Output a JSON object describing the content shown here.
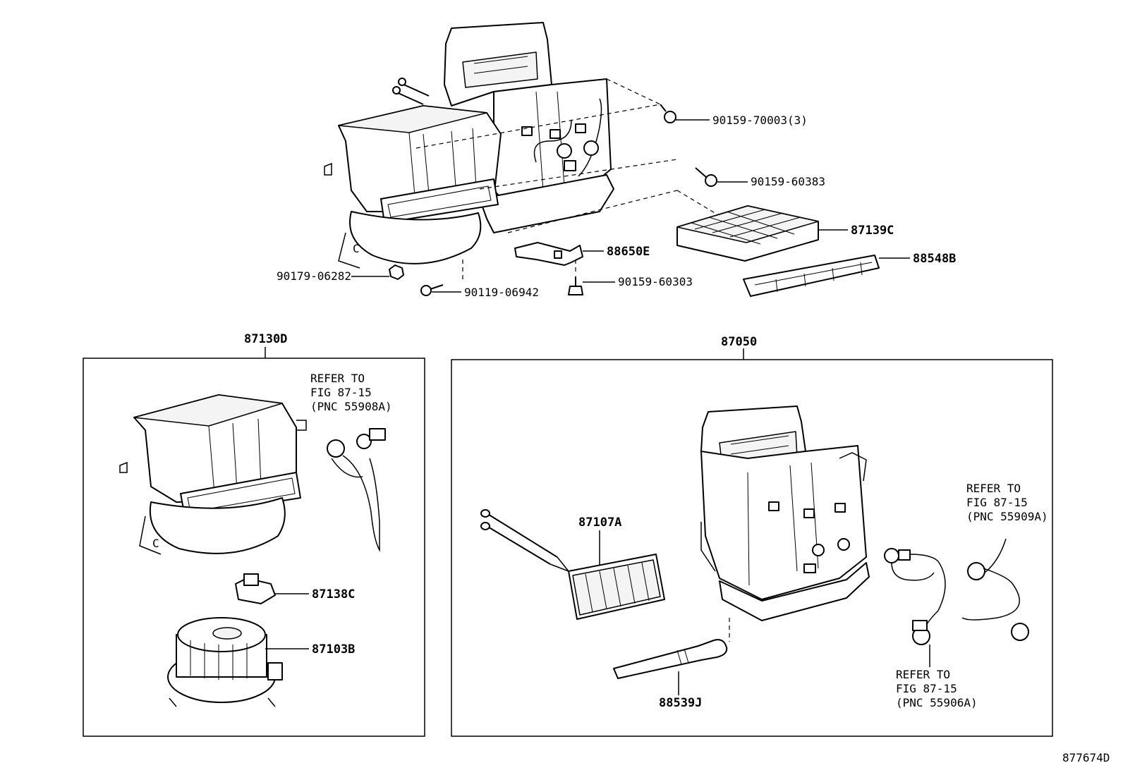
{
  "labels": {
    "p90159_70003": "90159-70003(3)",
    "p90159_60383": "90159-60383",
    "p87139C": "87139C",
    "p88650E": "88650E",
    "p88548B": "88548B",
    "p90179_06282": "90179-06282",
    "p90119_06942": "90119-06942",
    "p90159_60303": "90159-60303",
    "p87130D": "87130D",
    "p87050": "87050",
    "p87138C": "87138C",
    "p87103B": "87103B",
    "p87107A": "87107A",
    "p88539J": "88539J",
    "diagram_id": "877674D"
  },
  "refer_left": [
    "REFER TO",
    "FIG 87-15",
    "(PNC 55908A)"
  ],
  "refer_right_top": [
    "REFER TO",
    "FIG 87-15",
    "(PNC 55909A)"
  ],
  "refer_right_bottom": [
    "REFER TO",
    "FIG 87-15",
    "(PNC 55906A)"
  ]
}
